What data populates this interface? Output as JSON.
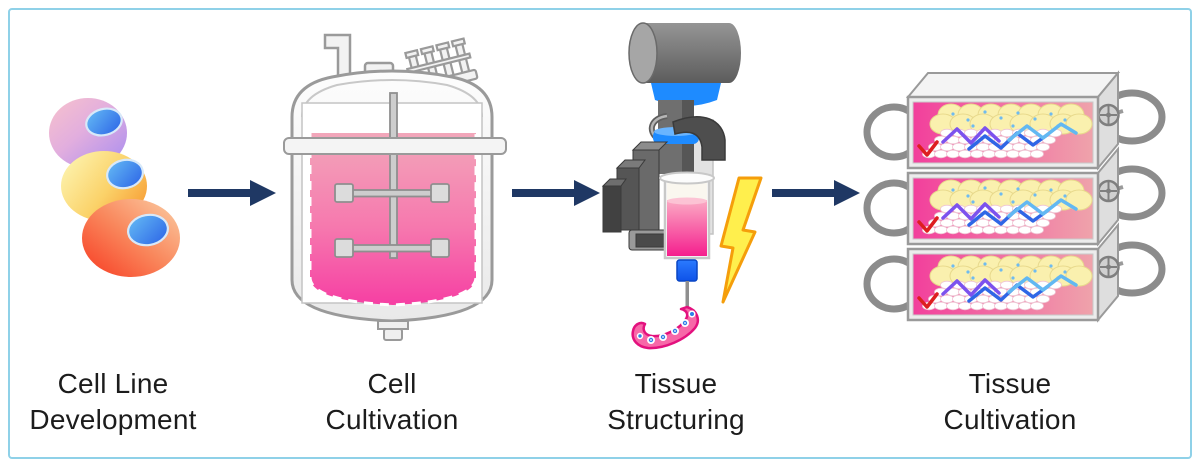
{
  "frame": {
    "border_color": "#8FD1E8",
    "background_color": "#FFFFFF"
  },
  "palette": {
    "label_text": "#1C1C1C",
    "bioreactor_liquid_pink": "#F63FA3",
    "printer_blue": "#1E8BFF",
    "lightning_yellow": "#FFEF4D",
    "chamber_interior_pink": "#F23F9C"
  },
  "arrows": {
    "count": 3,
    "color": "#1F3864",
    "direction": "right"
  },
  "stages": [
    {
      "id": "cell-line-development",
      "icon": "cells-icon",
      "label": "Cell Line Development",
      "lines": [
        "Cell Line",
        "Development"
      ]
    },
    {
      "id": "cell-cultivation",
      "icon": "bioreactor-icon",
      "label": "Cell Cultivation",
      "lines": [
        "Cell",
        "Cultivation"
      ]
    },
    {
      "id": "tissue-structuring",
      "icon": "bioprinter-icon",
      "label": "Tissue Structuring",
      "lines": [
        "Tissue",
        "Structuring"
      ]
    },
    {
      "id": "tissue-cultivation",
      "icon": "tissue-chamber-stack-icon",
      "label": "Tissue Cultivation",
      "lines": [
        "Tissue",
        "Cultivation"
      ]
    }
  ]
}
